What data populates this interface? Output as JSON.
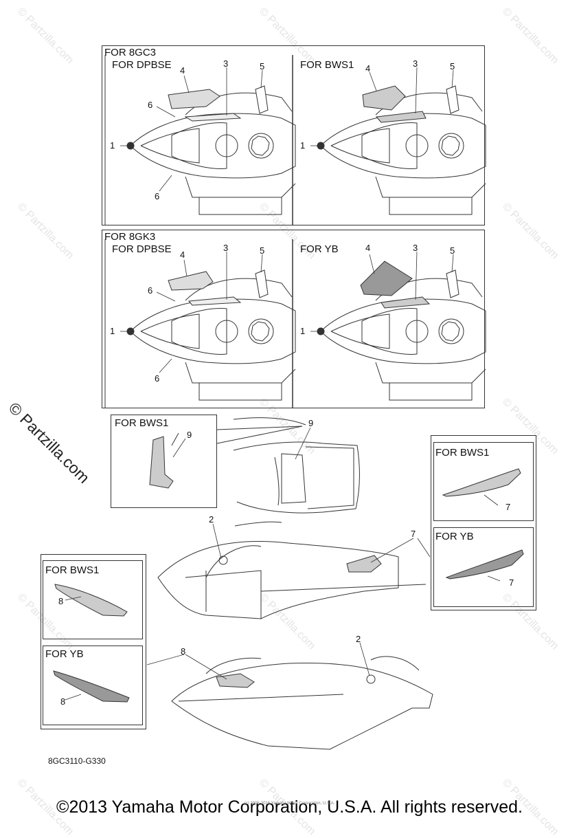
{
  "watermark": {
    "text": "© Partzilla.com"
  },
  "panels": {
    "top": {
      "title": "FOR 8GC3",
      "left_label": "FOR DPBSE",
      "right_label": "FOR BWS1"
    },
    "middle": {
      "title": "FOR 8GK3",
      "left_label": "FOR DPBSE",
      "right_label": "FOR YB"
    },
    "inset_9": {
      "label": "FOR BWS1"
    },
    "side_7_top": {
      "label": "FOR BWS1"
    },
    "side_7_bottom": {
      "label": "FOR YB"
    },
    "side_8_top": {
      "label": "FOR BWS1"
    },
    "side_8_bottom": {
      "label": "FOR YB"
    }
  },
  "callouts": [
    "1",
    "2",
    "3",
    "4",
    "5",
    "6",
    "7",
    "8",
    "9"
  ],
  "part_number": "8GC3110-G330",
  "copyright_small": "(c) 2005-2016 Yamaha Motor Corporation, U.S.A.",
  "copyright": "©2013 Yamaha Motor Corporation, U.S.A. All rights reserved."
}
